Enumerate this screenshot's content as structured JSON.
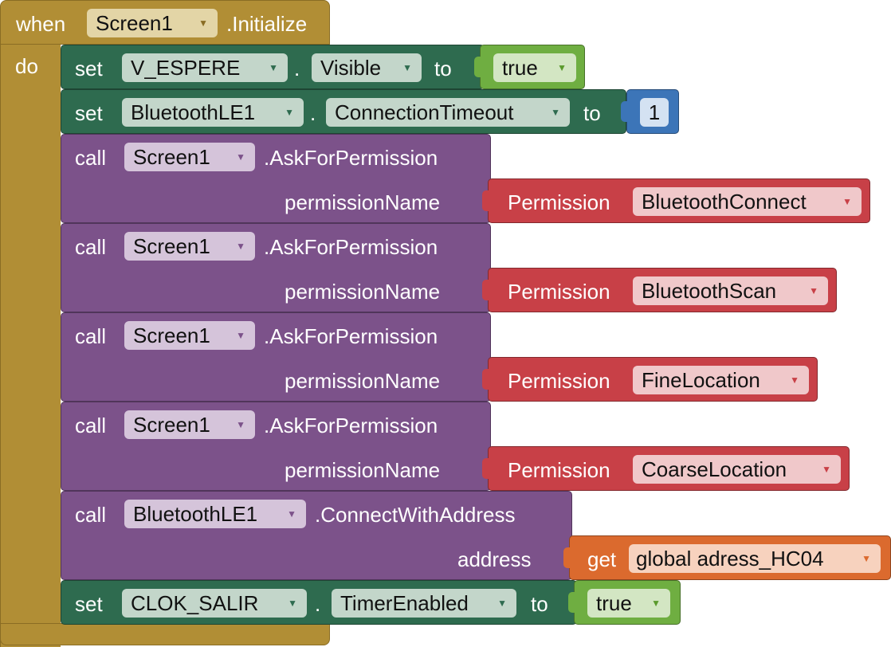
{
  "event": {
    "when_label": "when",
    "component": "Screen1",
    "event_name": ".Initialize",
    "do_label": "do"
  },
  "set_visible": {
    "keyword": "set",
    "component": "V_ESPERE",
    "dot": ".",
    "property": "Visible",
    "to_label": "to",
    "value": "true"
  },
  "set_timeout": {
    "keyword": "set",
    "component": "BluetoothLE1",
    "dot": ".",
    "property": "ConnectionTimeout",
    "to_label": "to",
    "value": "1"
  },
  "permission_calls": [
    {
      "keyword": "call",
      "component": "Screen1",
      "method": ".AskForPermission",
      "param_label": "permissionName",
      "perm_label": "Permission",
      "perm_value": "BluetoothConnect"
    },
    {
      "keyword": "call",
      "component": "Screen1",
      "method": ".AskForPermission",
      "param_label": "permissionName",
      "perm_label": "Permission",
      "perm_value": "BluetoothScan"
    },
    {
      "keyword": "call",
      "component": "Screen1",
      "method": ".AskForPermission",
      "param_label": "permissionName",
      "perm_label": "Permission",
      "perm_value": "FineLocation"
    },
    {
      "keyword": "call",
      "component": "Screen1",
      "method": ".AskForPermission",
      "param_label": "permissionName",
      "perm_label": "Permission",
      "perm_value": "CoarseLocation"
    }
  ],
  "connect_call": {
    "keyword": "call",
    "component": "BluetoothLE1",
    "method": ".ConnectWithAddress",
    "param_label": "address",
    "get_label": "get",
    "variable": "global adress_HC04"
  },
  "set_timer": {
    "keyword": "set",
    "component": "CLOK_SALIR",
    "dot": ".",
    "property": "TimerEnabled",
    "to_label": "to",
    "value": "true"
  },
  "icons": {
    "dropdown_arrow": "▼"
  },
  "colors": {
    "event": "#B18E35",
    "set": "#2E6B4F",
    "call": "#7C528A",
    "logic": "#6FAE41",
    "math": "#3C75B8",
    "permission": "#C84047",
    "variable": "#DB6A2E"
  }
}
